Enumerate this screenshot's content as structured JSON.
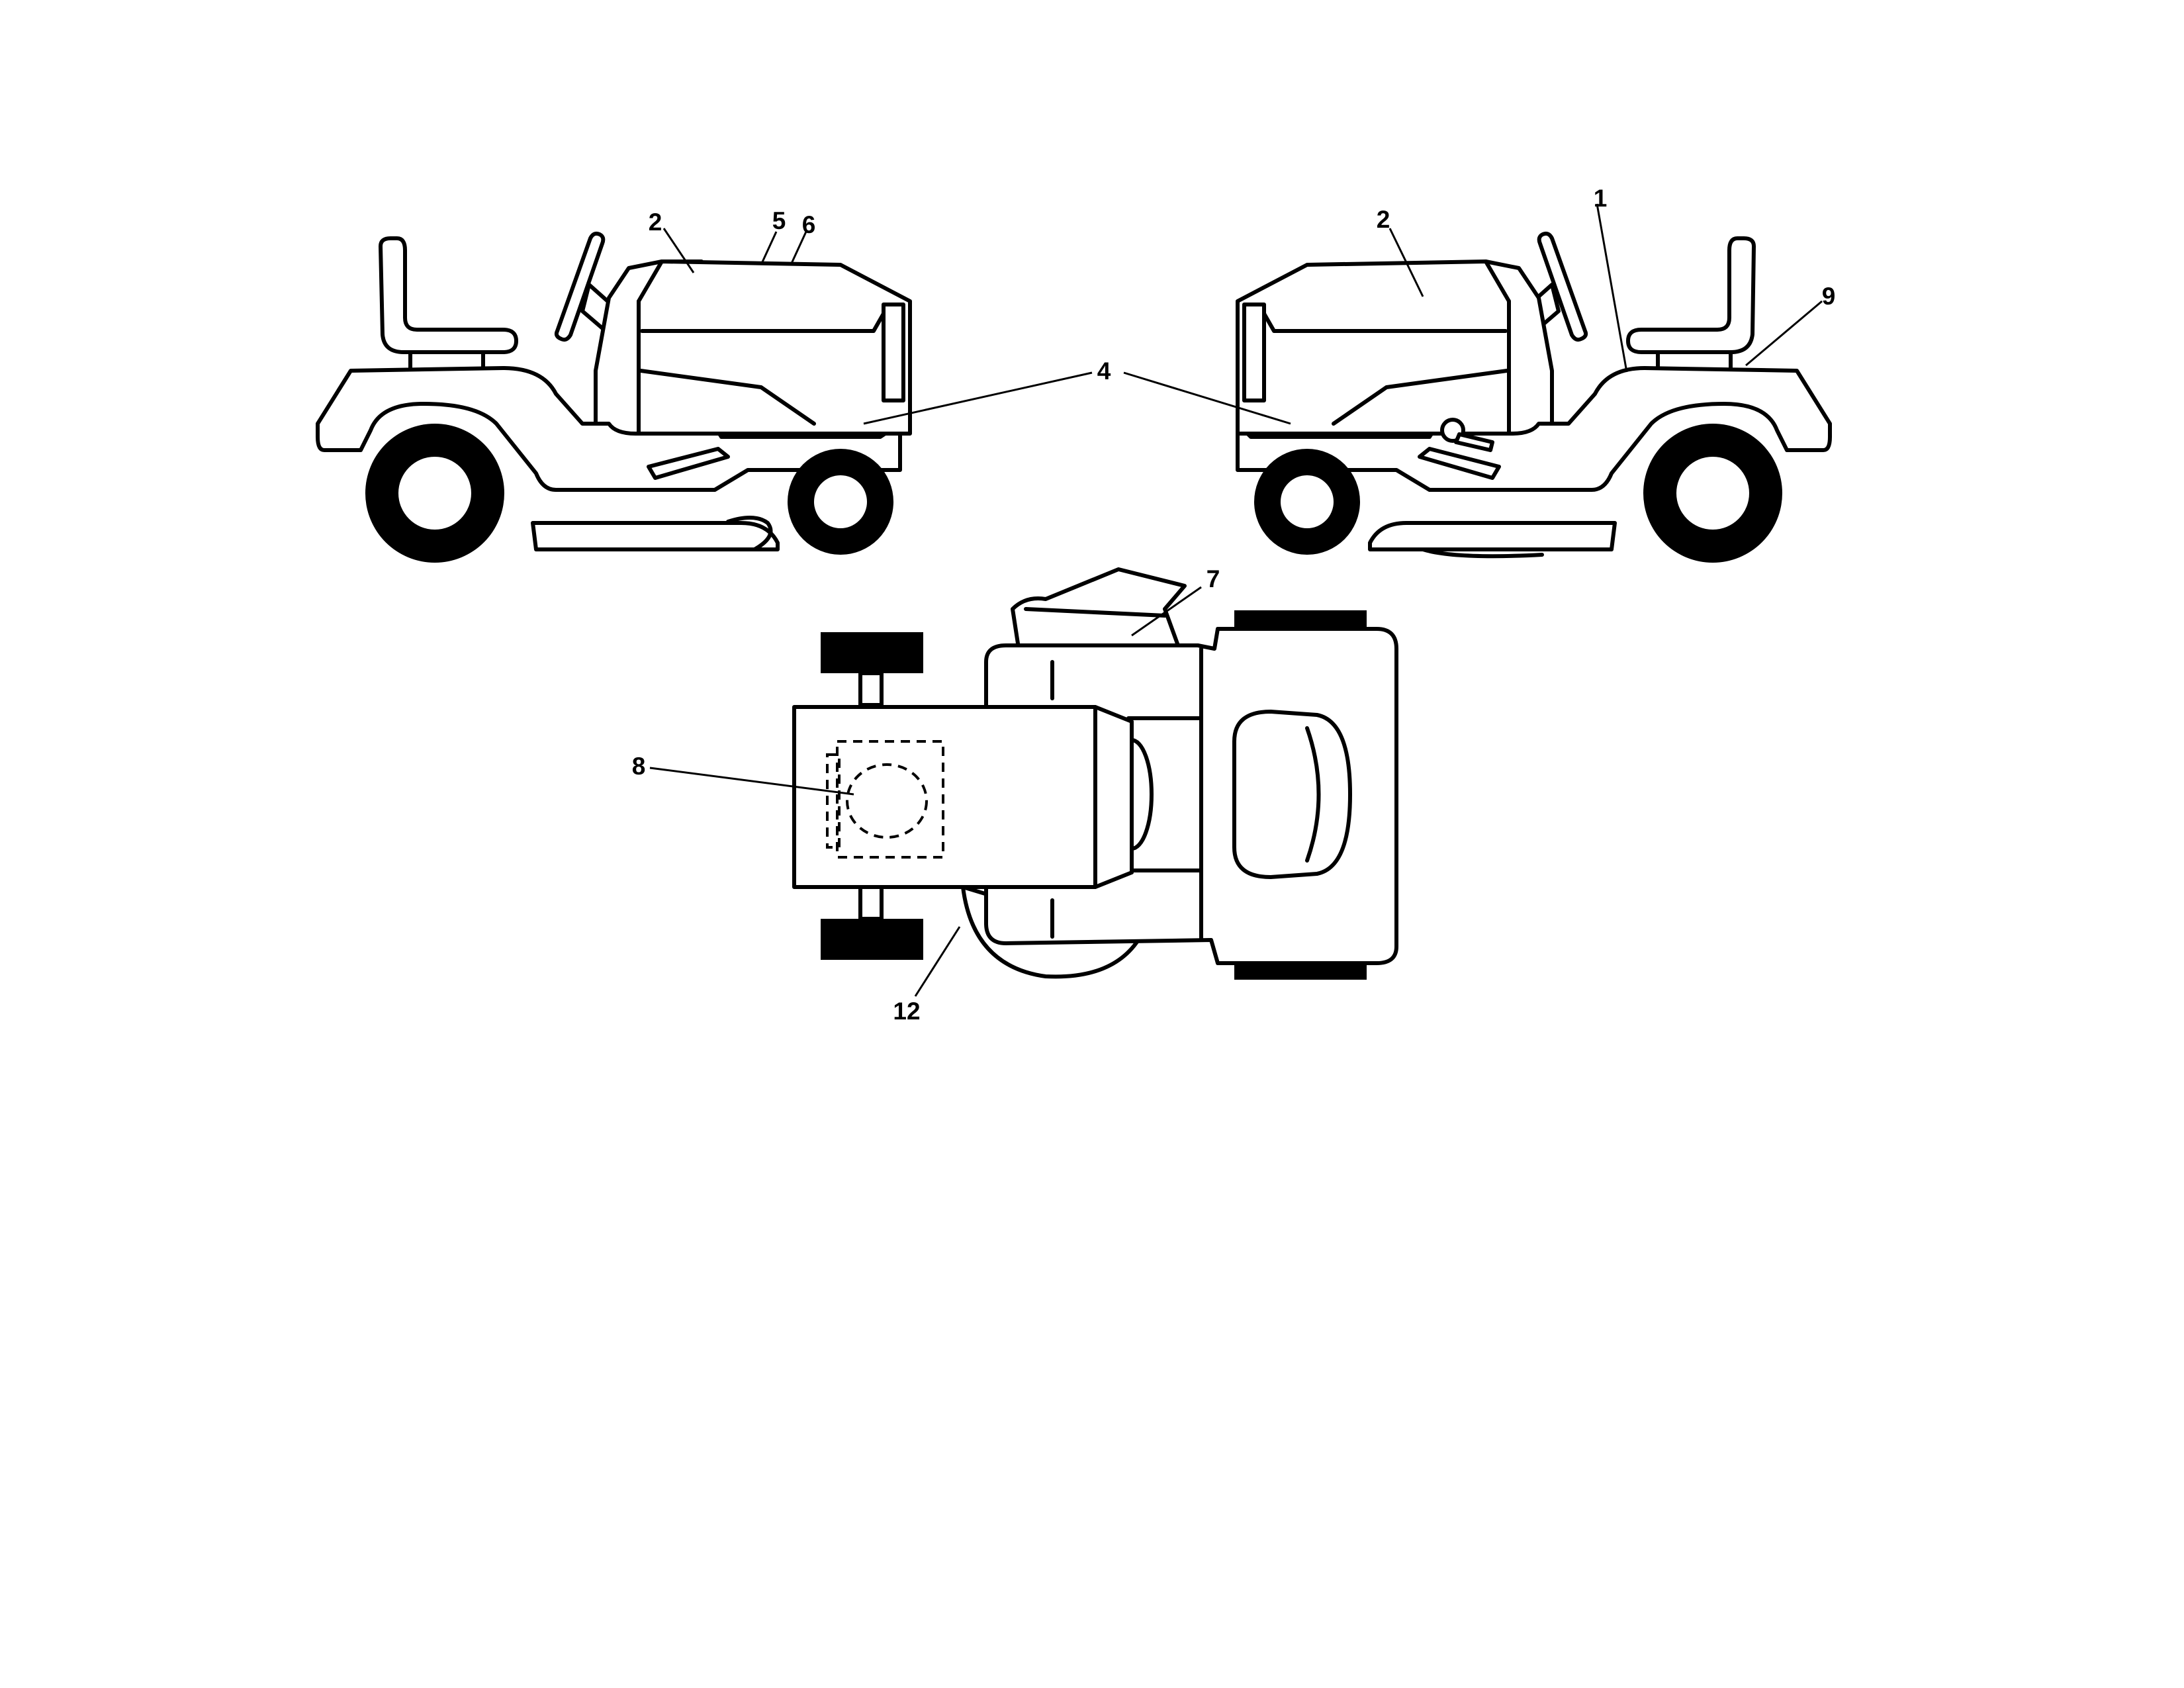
{
  "diagram": {
    "callouts": [
      {
        "id": "left-2",
        "text": "2"
      },
      {
        "id": "left-5",
        "text": "5"
      },
      {
        "id": "left-6",
        "text": "6"
      },
      {
        "id": "center-4",
        "text": "4"
      },
      {
        "id": "right-2",
        "text": "2"
      },
      {
        "id": "right-1",
        "text": "1"
      },
      {
        "id": "right-9",
        "text": "9"
      },
      {
        "id": "top-7",
        "text": "7"
      },
      {
        "id": "top-8",
        "text": "8"
      },
      {
        "id": "top-12",
        "text": "12"
      }
    ]
  }
}
